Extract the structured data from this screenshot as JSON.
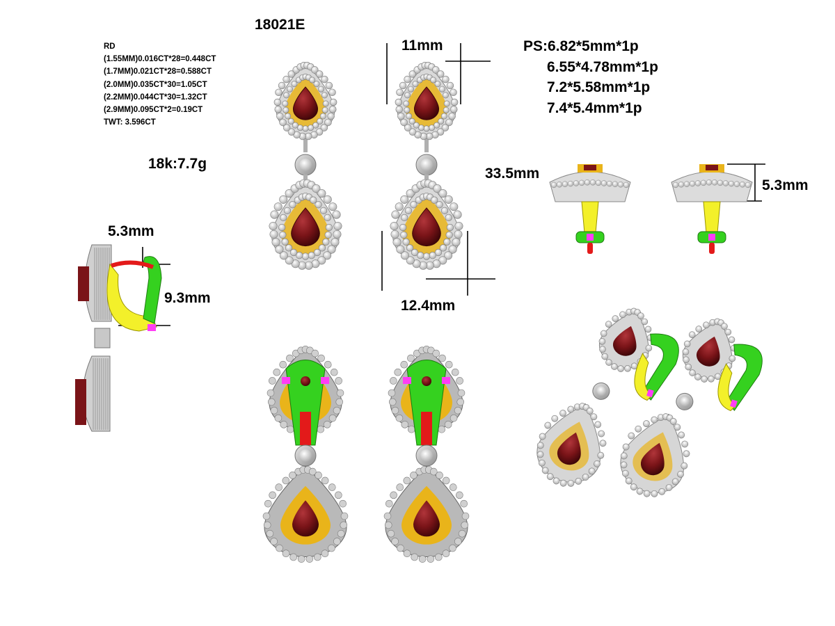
{
  "model_number": "18021E",
  "stone_specs": {
    "heading": "RD",
    "rows": [
      "(1.55MM)0.016CT*28=0.448CT",
      "(1.7MM)0.021CT*28=0.588CT",
      "(2.0MM)0.035CT*30=1.05CT",
      "(2.2MM)0.044CT*30=1.32CT",
      "(2.9MM)0.095CT*2=0.19CT",
      "TWT:  3.596CT"
    ]
  },
  "metal": "18k:7.7g",
  "pear_stones": {
    "first": "PS:6.82*5mm*1p",
    "rest": [
      "6.55*4.78mm*1p",
      "7.2*5.58mm*1p",
      "7.4*5.4mm*1p"
    ]
  },
  "dimensions": {
    "top_width": "11mm",
    "drop_width": "12.4mm",
    "length": "33.5mm",
    "side_depth": "5.3mm",
    "clip_depth": "5.3mm",
    "clip_height": "9.3mm"
  },
  "colors": {
    "ruby": "#7a1418",
    "diamond": "#e2e2e2",
    "gold": "#e9b41a",
    "metal": "#b9b9b9",
    "clip_green": "#35d11f",
    "clip_yellow": "#f3f02a",
    "clip_red": "#e31a1a",
    "clip_magenta": "#ff3df5"
  }
}
